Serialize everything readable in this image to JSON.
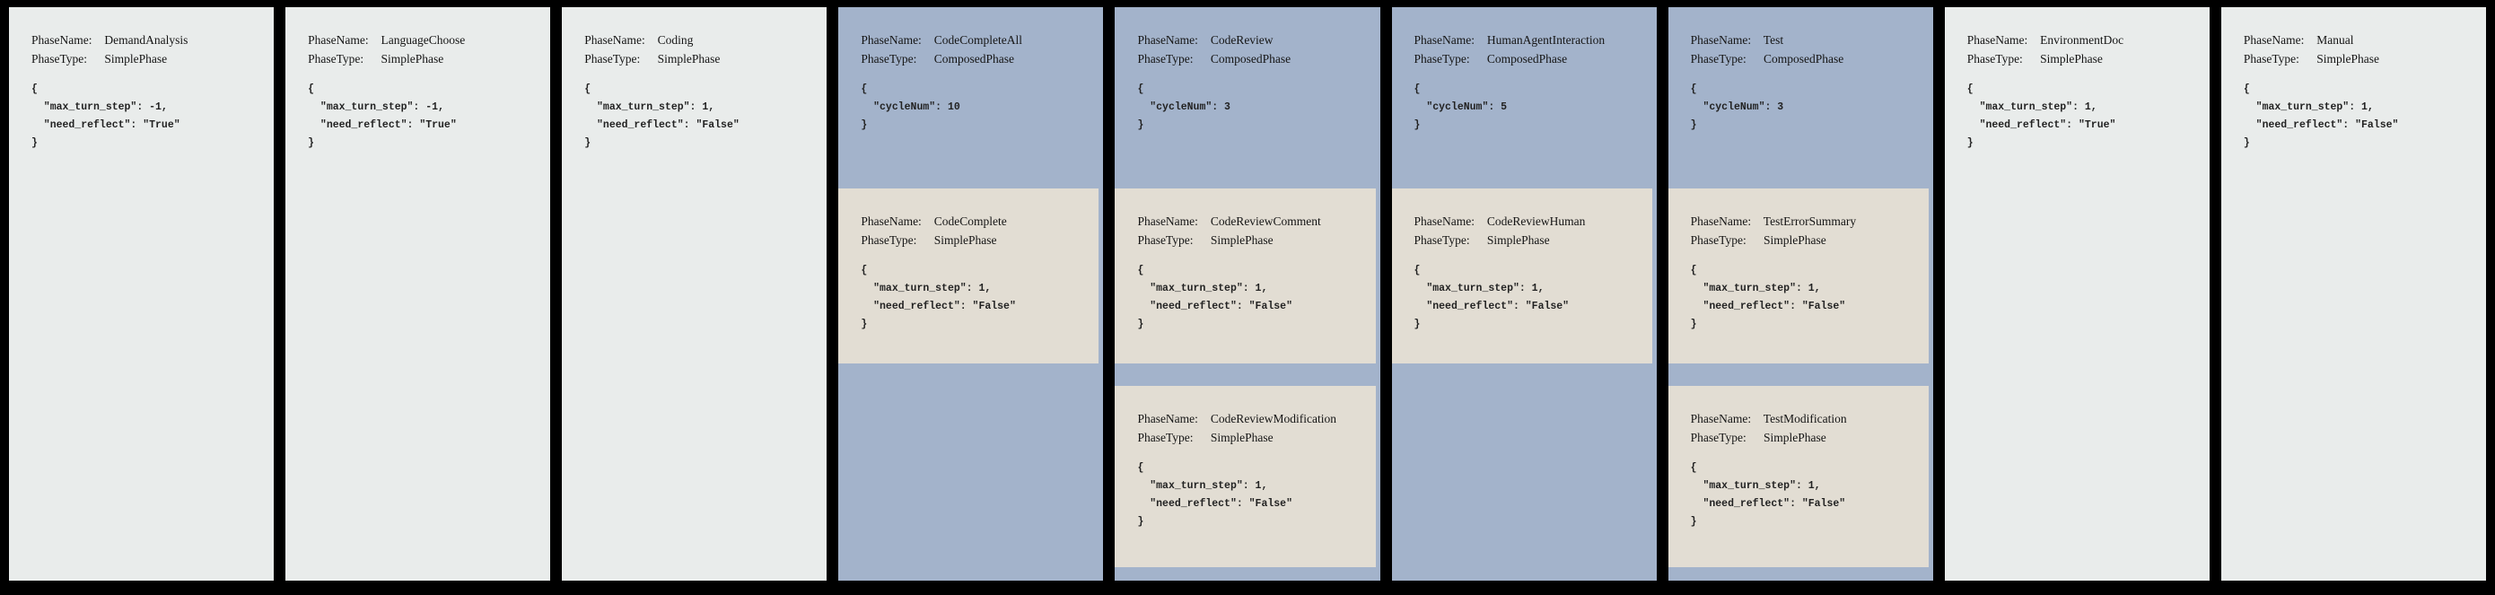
{
  "colors": {
    "page_bg": "#000000",
    "simple_phase_bg": "#e9eceb",
    "composed_phase_bg": "#a3b3cb",
    "nested_phase_bg": "#e2ddd3",
    "text": "#151515"
  },
  "labels": {
    "phase_name": "PhaseName:",
    "phase_type": "PhaseType:"
  },
  "phases": [
    {
      "name": "DemandAnalysis",
      "type": "SimplePhase",
      "config_text": "{\n  \"max_turn_step\": -1,\n  \"need_reflect\": \"True\"\n}"
    },
    {
      "name": "LanguageChoose",
      "type": "SimplePhase",
      "config_text": "{\n  \"max_turn_step\": -1,\n  \"need_reflect\": \"True\"\n}"
    },
    {
      "name": "Coding",
      "type": "SimplePhase",
      "config_text": "{\n  \"max_turn_step\": 1,\n  \"need_reflect\": \"False\"\n}"
    },
    {
      "name": "CodeCompleteAll",
      "type": "ComposedPhase",
      "config_text": "{\n  \"cycleNum\": 10\n}",
      "sub_phases": [
        {
          "name": "CodeComplete",
          "type": "SimplePhase",
          "config_text": "{\n  \"max_turn_step\": 1,\n  \"need_reflect\": \"False\"\n}"
        }
      ]
    },
    {
      "name": "CodeReview",
      "type": "ComposedPhase",
      "config_text": "{\n  \"cycleNum\": 3\n}",
      "sub_phases": [
        {
          "name": "CodeReviewComment",
          "type": "SimplePhase",
          "config_text": "{\n  \"max_turn_step\": 1,\n  \"need_reflect\": \"False\"\n}"
        },
        {
          "name": "CodeReviewModification",
          "type": "SimplePhase",
          "config_text": "{\n  \"max_turn_step\": 1,\n  \"need_reflect\": \"False\"\n}"
        }
      ]
    },
    {
      "name": "HumanAgentInteraction",
      "type": "ComposedPhase",
      "config_text": "{\n  \"cycleNum\": 5\n}",
      "sub_phases": [
        {
          "name": "CodeReviewHuman",
          "type": "SimplePhase",
          "config_text": "{\n  \"max_turn_step\": 1,\n  \"need_reflect\": \"False\"\n}"
        }
      ]
    },
    {
      "name": "Test",
      "type": "ComposedPhase",
      "config_text": "{\n  \"cycleNum\": 3\n}",
      "sub_phases": [
        {
          "name": "TestErrorSummary",
          "type": "SimplePhase",
          "config_text": "{\n  \"max_turn_step\": 1,\n  \"need_reflect\": \"False\"\n}"
        },
        {
          "name": "TestModification",
          "type": "SimplePhase",
          "config_text": "{\n  \"max_turn_step\": 1,\n  \"need_reflect\": \"False\"\n}"
        }
      ]
    },
    {
      "name": "EnvironmentDoc",
      "type": "SimplePhase",
      "config_text": "{\n  \"max_turn_step\": 1,\n  \"need_reflect\": \"True\"\n}"
    },
    {
      "name": "Manual",
      "type": "SimplePhase",
      "config_text": "{\n  \"max_turn_step\": 1,\n  \"need_reflect\": \"False\"\n}"
    }
  ]
}
